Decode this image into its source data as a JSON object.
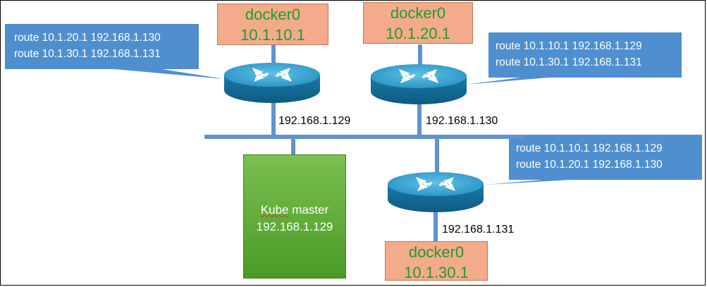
{
  "docker_boxes": [
    {
      "name": "docker0",
      "ip": "10.1.10.1"
    },
    {
      "name": "docker0",
      "ip": "10.1.20.1"
    },
    {
      "name": "docker0",
      "ip": "10.1.30.1"
    }
  ],
  "route_tables": [
    {
      "lines": [
        "route 10.1.20.1 192.168.1.130",
        "route 10.1.30.1 192.168.1.131"
      ]
    },
    {
      "lines": [
        "route 10.1.10.1 192.168.1.129",
        "route 10.1.30.1 192.168.1.131"
      ]
    },
    {
      "lines": [
        "route 10.1.10.1 192.168.1.129",
        "route 10.1.20.1 192.168.1.130"
      ]
    }
  ],
  "node_ips": [
    "192.168.1.129",
    "192.168.1.130",
    "192.168.1.131"
  ],
  "master": {
    "title_word": "Kube",
    "title_rest": " master",
    "ip": "192.168.1.129"
  },
  "colors": {
    "docker_fill": "#f4ab8b",
    "docker_text": "#1f9b2e",
    "callout_fill": "#4f8fd0",
    "router_blue": "#1f8ab8",
    "network_line": "#5f93cf",
    "master_fill": "#5aa832"
  },
  "icons": [
    "router-icon"
  ]
}
